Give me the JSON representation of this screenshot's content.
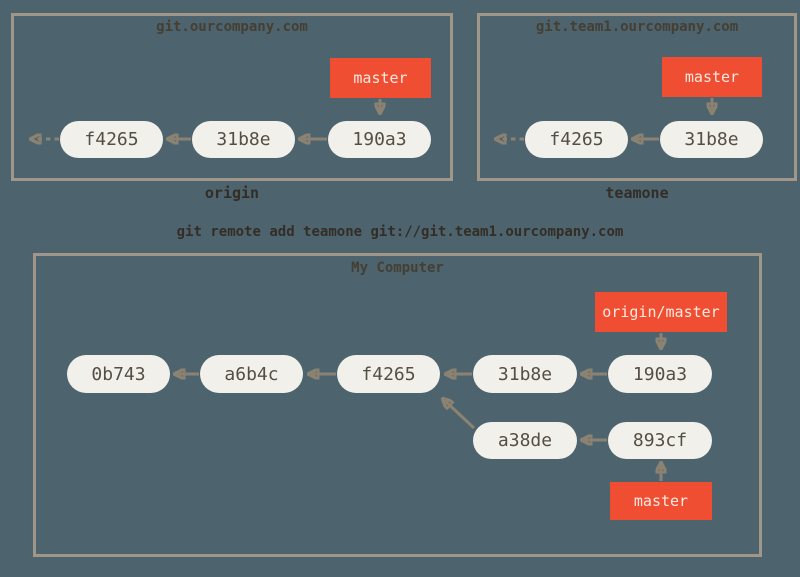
{
  "command_caption": "git remote add teamone git://git.team1.ourcompany.com",
  "origin_repo": {
    "title": "git.ourcompany.com",
    "caption": "origin",
    "branch_label": "master",
    "commits": [
      "f4265",
      "31b8e",
      "190a3"
    ]
  },
  "teamone_repo": {
    "title": "git.team1.ourcompany.com",
    "caption": "teamone",
    "branch_label": "master",
    "commits": [
      "f4265",
      "31b8e"
    ]
  },
  "my_computer": {
    "title": "My Computer",
    "remote_branch_label": "origin/master",
    "local_branch_label": "master",
    "main_commits": [
      "0b743",
      "a6b4c",
      "f4265",
      "31b8e",
      "190a3"
    ],
    "branch_commits": [
      "a38de",
      "893cf"
    ]
  },
  "colors": {
    "background": "#4d646e",
    "box_border": "#a1968a",
    "commit_fill": "#f2f0ea",
    "commit_text": "#554e45",
    "branch_fill": "#f04e32",
    "branch_text": "#fbe9e0",
    "arrow": "#8c8272",
    "caption_text": "#332d26"
  }
}
